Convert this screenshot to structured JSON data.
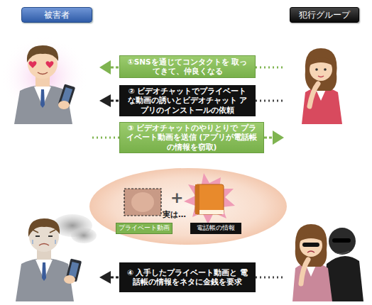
{
  "diagram": {
    "nodes": [
      {
        "text": [
          "被害者"
        ]
      },
      {
        "text": [
          "犯行グループ"
        ]
      },
      {
        "text": [
          "①SNSを通じてコンタクトを 取ってきて、仲良くなる"
        ]
      },
      {
        "text": [
          "② ビデオチャットでプライベート な動画の誘いとビデオチャット アプリのインストールの依頼"
        ]
      },
      {
        "text": [
          "③ ビデオチャットのやりとりで プライベート動画を送信 (アプリが電話帳の情報を窃取)"
        ]
      },
      {
        "text": [
          "実は…"
        ]
      },
      {
        "text": [
          "プライベート動画"
        ],
        "in": 5
      },
      {
        "text": [
          "電話帳の情報"
        ],
        "in": 5
      },
      {
        "text": [
          "④ 入手したプライベート動画と 電話帳の情報をネタに金銭を要求"
        ]
      }
    ],
    "labels": [
      "+"
    ]
  }
}
